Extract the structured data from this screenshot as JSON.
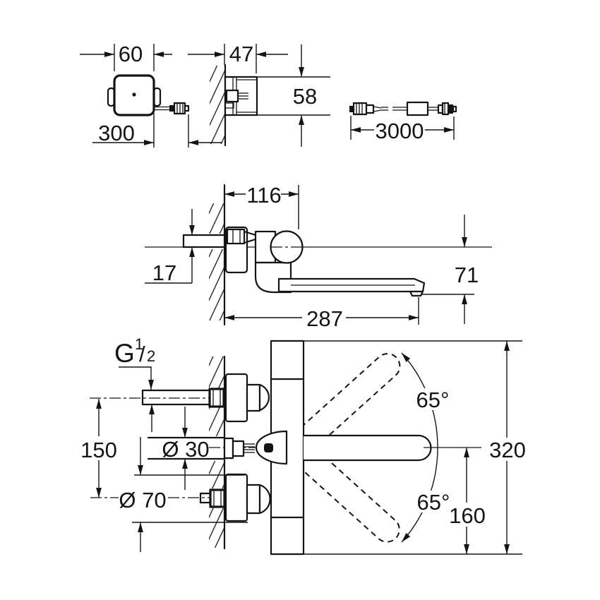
{
  "drawing": {
    "control_box_front": {
      "width": "60",
      "cable_length": "300"
    },
    "control_box_side": {
      "depth": "47",
      "height": "58"
    },
    "power_cable": {
      "length": "3000"
    },
    "mixer_side_view": {
      "body_projection": "116",
      "inlet_offset": "17",
      "spout_drop": "71",
      "spout_reach": "287"
    },
    "mixer_front_view": {
      "thread_g": "G",
      "thread_sup": "1",
      "thread_slash": "/",
      "thread_sub": "2",
      "inlet_spacing": "150",
      "hub_diameter": "Ø 30",
      "escutcheon_diameter": "Ø 70",
      "swivel_angle_up": "65°",
      "swivel_angle_down": "65°",
      "spout_to_base": "160",
      "total_height": "320"
    }
  }
}
